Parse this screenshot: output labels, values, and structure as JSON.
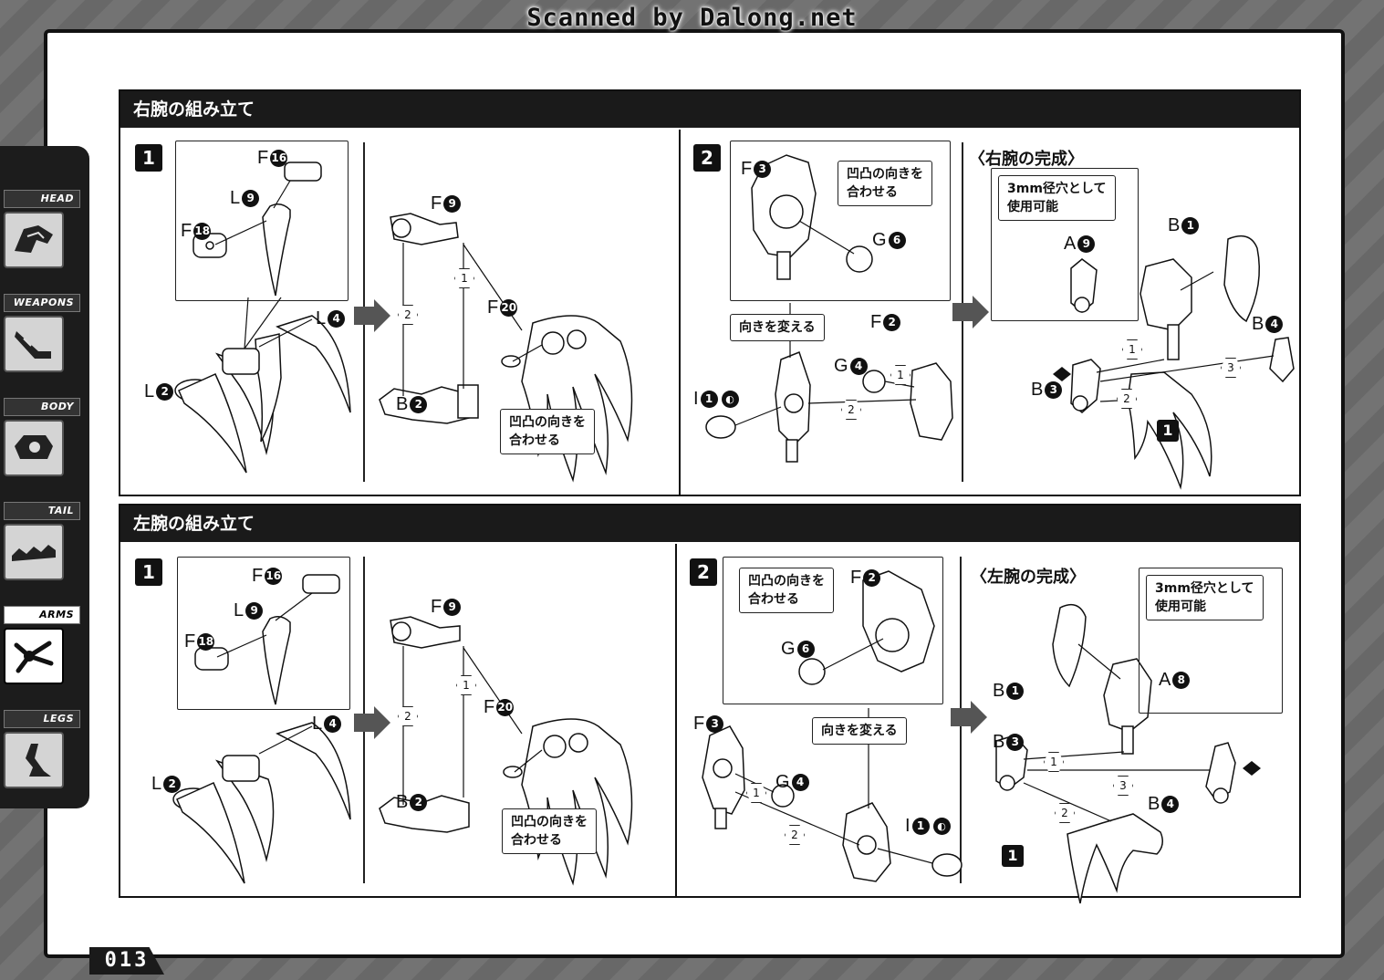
{
  "watermark": "Scanned by Dalong.net",
  "page_number": "013",
  "side_tabs": [
    {
      "label": "HEAD",
      "icon": "head-icon",
      "active": false
    },
    {
      "label": "WEAPONS",
      "icon": "weapons-icon",
      "active": false
    },
    {
      "label": "BODY",
      "icon": "body-icon",
      "active": false
    },
    {
      "label": "TAIL",
      "icon": "tail-icon",
      "active": false
    },
    {
      "label": "ARMS",
      "icon": "arms-icon",
      "active": true
    },
    {
      "label": "LEGS",
      "icon": "legs-icon",
      "active": false
    }
  ],
  "right_arm": {
    "title": "右腕の組み立て",
    "step1": {
      "num": "1",
      "labels": {
        "f16": "16",
        "l9": "9",
        "f18": "18",
        "l4": "4",
        "l2": "2",
        "f9": "9",
        "b2": "2",
        "f20": "20"
      },
      "callout": "凹凸の向きを\n合わせる"
    },
    "step2": {
      "num": "2",
      "labels": {
        "f3": "3",
        "g6": "6",
        "f2": "2",
        "g4": "4",
        "i1": "1"
      },
      "callout_align": "凹凸の向きを\n合わせる",
      "callout_turn": "向きを変える"
    },
    "complete": {
      "title": "〈右腕の完成〉",
      "callout": "3mm径穴として\n使用可能",
      "labels": {
        "a": "9",
        "b1": "1",
        "b4": "4",
        "b3": "3"
      },
      "ref_step": "1"
    }
  },
  "left_arm": {
    "title": "左腕の組み立て",
    "step1": {
      "num": "1",
      "labels": {
        "f16": "16",
        "l9": "9",
        "f18": "18",
        "l4": "4",
        "l2": "2",
        "f9": "9",
        "b2": "2",
        "f20": "20"
      },
      "callout": "凹凸の向きを\n合わせる"
    },
    "step2": {
      "num": "2",
      "labels": {
        "f2": "2",
        "g6": "6",
        "f3": "3",
        "g4": "4",
        "i1": "1"
      },
      "callout_align": "凹凸の向きを\n合わせる",
      "callout_turn": "向きを変える"
    },
    "complete": {
      "title": "〈左腕の完成〉",
      "callout": "3mm径穴として\n使用可能",
      "labels": {
        "a": "8",
        "b1": "1",
        "b3": "3",
        "b4": "4"
      },
      "ref_step": "1"
    }
  },
  "letters": {
    "F": "F",
    "L": "L",
    "B": "B",
    "G": "G",
    "I": "I",
    "A": "A"
  },
  "order": {
    "one": "1",
    "two": "2",
    "three": "3"
  },
  "colors": {
    "ink": "#111111",
    "frame_bg": "#6b6b6b",
    "header": "#1a1a1a"
  }
}
